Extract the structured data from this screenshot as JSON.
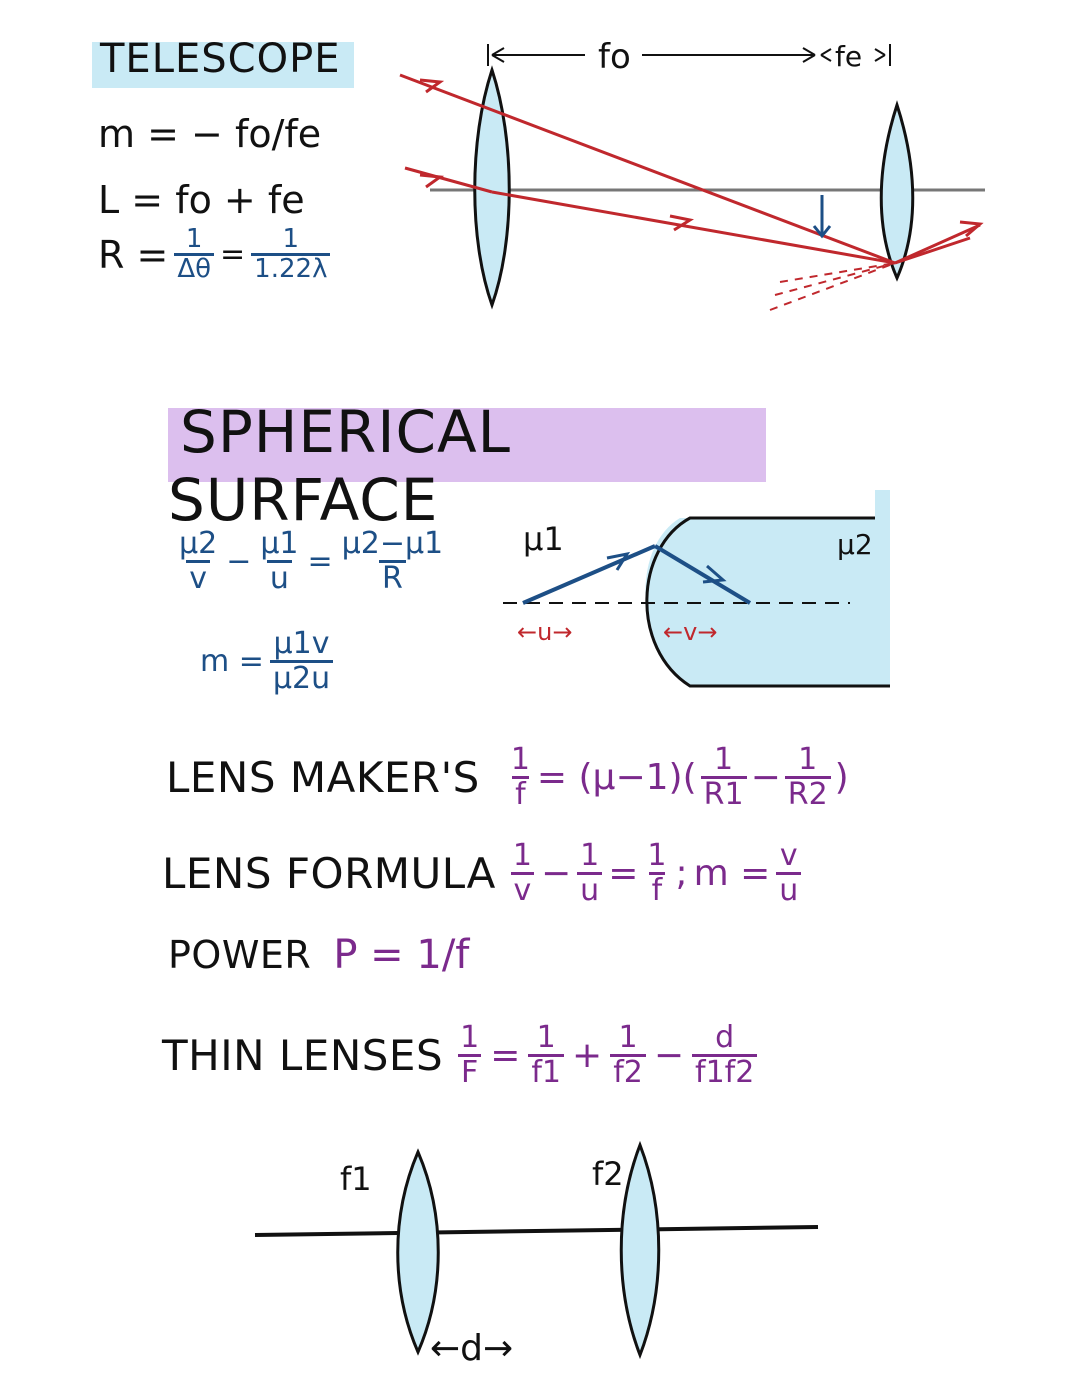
{
  "colors": {
    "blue_ink": "#1d4f86",
    "purple_ink": "#7b2a8c",
    "red_ray": "#c0282d",
    "lens_fill": "#c9eaf5",
    "title_highlight_blue": "#c9eaf5",
    "title_highlight_purple": "#dcbfee",
    "medium_fill": "#c9eaf5"
  },
  "telescope": {
    "title": "TELESCOPE",
    "m_lhs": "m = −",
    "m_rhs": "fo/fe",
    "l_lhs": "L =",
    "l_rhs": "fo + fe",
    "r_lhs": "R =",
    "r_num1": "1",
    "r_den1": "Δθ",
    "r_eq": "=",
    "r_num2": "1",
    "r_den2": "1.22λ",
    "diagram": {
      "fo_label": "fo",
      "fe_label": "fe"
    }
  },
  "spherical": {
    "title": "SPHERICAL SURFACE",
    "refraction": {
      "t1_num": "μ2",
      "t1_den": "v",
      "minus": "−",
      "t2_num": "μ1",
      "t2_den": "u",
      "eq": "=",
      "t3_num": "μ2−μ1",
      "t3_den": "R"
    },
    "magnification": {
      "lhs": "m =",
      "num": "μ1v",
      "den": "μ2u"
    },
    "diagram": {
      "mu1_label": "μ1",
      "mu2_label": "μ2",
      "u_label": "←u→",
      "v_label": "←v→"
    }
  },
  "lens_maker": {
    "label": "LENS MAKER'S",
    "lhs_num": "1",
    "lhs_den": "f",
    "middle": "= (μ−1)(",
    "a_num": "1",
    "a_den": "R1",
    "minus": "−",
    "b_num": "1",
    "b_den": "R2",
    "close": ")"
  },
  "lens_formula": {
    "label": "LENS FORMULA",
    "a_num": "1",
    "a_den": "v",
    "minus": "−",
    "b_num": "1",
    "b_den": "u",
    "eq": "=",
    "c_num": "1",
    "c_den": "f",
    "sep": ";",
    "m_lhs": "m =",
    "m_num": "v",
    "m_den": "u"
  },
  "power": {
    "label": "POWER",
    "formula": "P = 1/f"
  },
  "thin_lenses": {
    "label": "THIN LENSES",
    "lhs_num": "1",
    "lhs_den": "F",
    "eq": "=",
    "a_num": "1",
    "a_den": "f1",
    "plus": "+",
    "b_num": "1",
    "b_den": "f2",
    "minus": "−",
    "c_num": "d",
    "c_den": "f1f2",
    "diagram": {
      "f1_label": "f1",
      "f2_label": "f2",
      "d_label": "←d→"
    }
  }
}
